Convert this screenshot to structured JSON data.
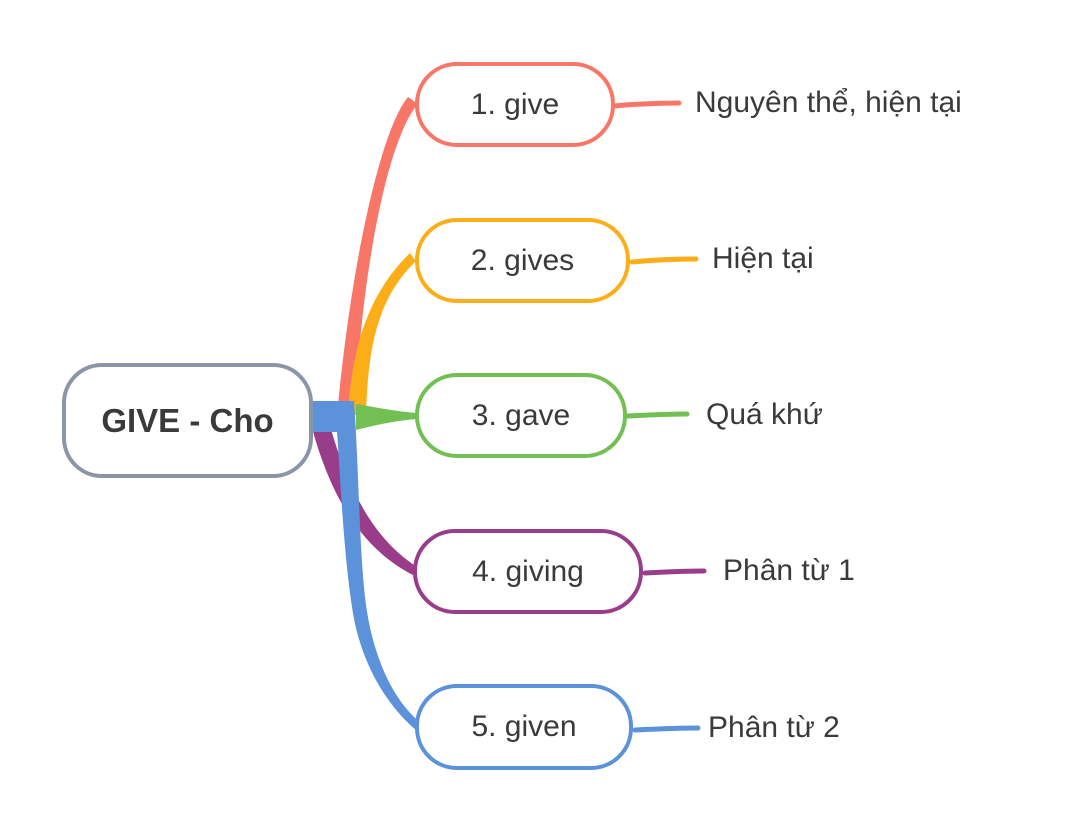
{
  "theme": {
    "background": "#ffffff",
    "text_color": "#3a3a3a"
  },
  "root": {
    "label": "GIVE - Cho",
    "border_color": "#8b95a8"
  },
  "branches": [
    {
      "node_label": "1. give",
      "description": "Nguyên thể, hiện tại",
      "color": "#f87668"
    },
    {
      "node_label": "2. gives",
      "description": "Hiện tại",
      "color": "#fbae17"
    },
    {
      "node_label": "3. gave",
      "description": "Quá khứ",
      "color": "#72c053"
    },
    {
      "node_label": "4. giving",
      "description": "Phân từ 1",
      "color": "#993d8a"
    },
    {
      "node_label": "5. given",
      "description": "Phân từ 2",
      "color": "#5b92da"
    }
  ]
}
